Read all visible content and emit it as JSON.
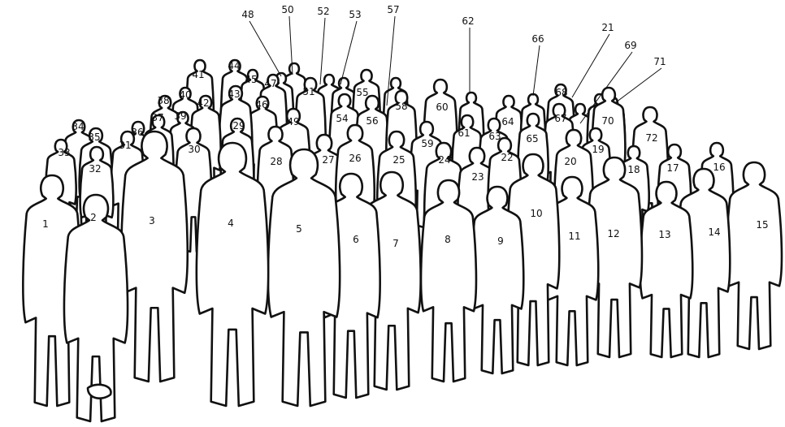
{
  "diagram": {
    "figures": [
      {
        "id": "1",
        "label": "1"
      },
      {
        "id": "2",
        "label": "2"
      },
      {
        "id": "3",
        "label": "3"
      },
      {
        "id": "4",
        "label": "4"
      },
      {
        "id": "5",
        "label": "5"
      },
      {
        "id": "6",
        "label": "6"
      },
      {
        "id": "7",
        "label": "7"
      },
      {
        "id": "8",
        "label": "8"
      },
      {
        "id": "9",
        "label": "9"
      },
      {
        "id": "10",
        "label": "10"
      },
      {
        "id": "11",
        "label": "11"
      },
      {
        "id": "12",
        "label": "12"
      },
      {
        "id": "13",
        "label": "13"
      },
      {
        "id": "14",
        "label": "14"
      },
      {
        "id": "15",
        "label": "15"
      },
      {
        "id": "16",
        "label": "16"
      },
      {
        "id": "17",
        "label": "17"
      },
      {
        "id": "18",
        "label": "18"
      },
      {
        "id": "19",
        "label": "19"
      },
      {
        "id": "20",
        "label": "20"
      },
      {
        "id": "21",
        "label": "21"
      },
      {
        "id": "22",
        "label": "22"
      },
      {
        "id": "23",
        "label": "23"
      },
      {
        "id": "24",
        "label": "24"
      },
      {
        "id": "25",
        "label": "25"
      },
      {
        "id": "26",
        "label": "26"
      },
      {
        "id": "27",
        "label": "27"
      },
      {
        "id": "28",
        "label": "28"
      },
      {
        "id": "29",
        "label": "29"
      },
      {
        "id": "30",
        "label": "30"
      },
      {
        "id": "31",
        "label": "31"
      },
      {
        "id": "32",
        "label": "32"
      },
      {
        "id": "33",
        "label": "33"
      },
      {
        "id": "34",
        "label": "34"
      },
      {
        "id": "35",
        "label": "35"
      },
      {
        "id": "36",
        "label": "36"
      },
      {
        "id": "37",
        "label": "37"
      },
      {
        "id": "38",
        "label": "38"
      },
      {
        "id": "39",
        "label": "39"
      },
      {
        "id": "40",
        "label": "40"
      },
      {
        "id": "41",
        "label": "41"
      },
      {
        "id": "42",
        "label": "42"
      },
      {
        "id": "43",
        "label": "43"
      },
      {
        "id": "44",
        "label": "44"
      },
      {
        "id": "45",
        "label": "45"
      },
      {
        "id": "46",
        "label": "46"
      },
      {
        "id": "47",
        "label": "47"
      },
      {
        "id": "48",
        "label": "48"
      },
      {
        "id": "49",
        "label": "49"
      },
      {
        "id": "50",
        "label": "50"
      },
      {
        "id": "51",
        "label": "51"
      },
      {
        "id": "52",
        "label": "52"
      },
      {
        "id": "53",
        "label": "53"
      },
      {
        "id": "54",
        "label": "54"
      },
      {
        "id": "55",
        "label": "55"
      },
      {
        "id": "56",
        "label": "56"
      },
      {
        "id": "57",
        "label": "57"
      },
      {
        "id": "58",
        "label": "58"
      },
      {
        "id": "59",
        "label": "59"
      },
      {
        "id": "60",
        "label": "60"
      },
      {
        "id": "61",
        "label": "61"
      },
      {
        "id": "62",
        "label": "62"
      },
      {
        "id": "63",
        "label": "63"
      },
      {
        "id": "64",
        "label": "64"
      },
      {
        "id": "65",
        "label": "65"
      },
      {
        "id": "66",
        "label": "66"
      },
      {
        "id": "67",
        "label": "67"
      },
      {
        "id": "68",
        "label": "68"
      },
      {
        "id": "69",
        "label": "69"
      },
      {
        "id": "70",
        "label": "70"
      },
      {
        "id": "71",
        "label": "71"
      },
      {
        "id": "72",
        "label": "72"
      }
    ],
    "colors": {
      "outline": "#111111",
      "fill": "#ffffff",
      "background": "#ffffff"
    }
  }
}
